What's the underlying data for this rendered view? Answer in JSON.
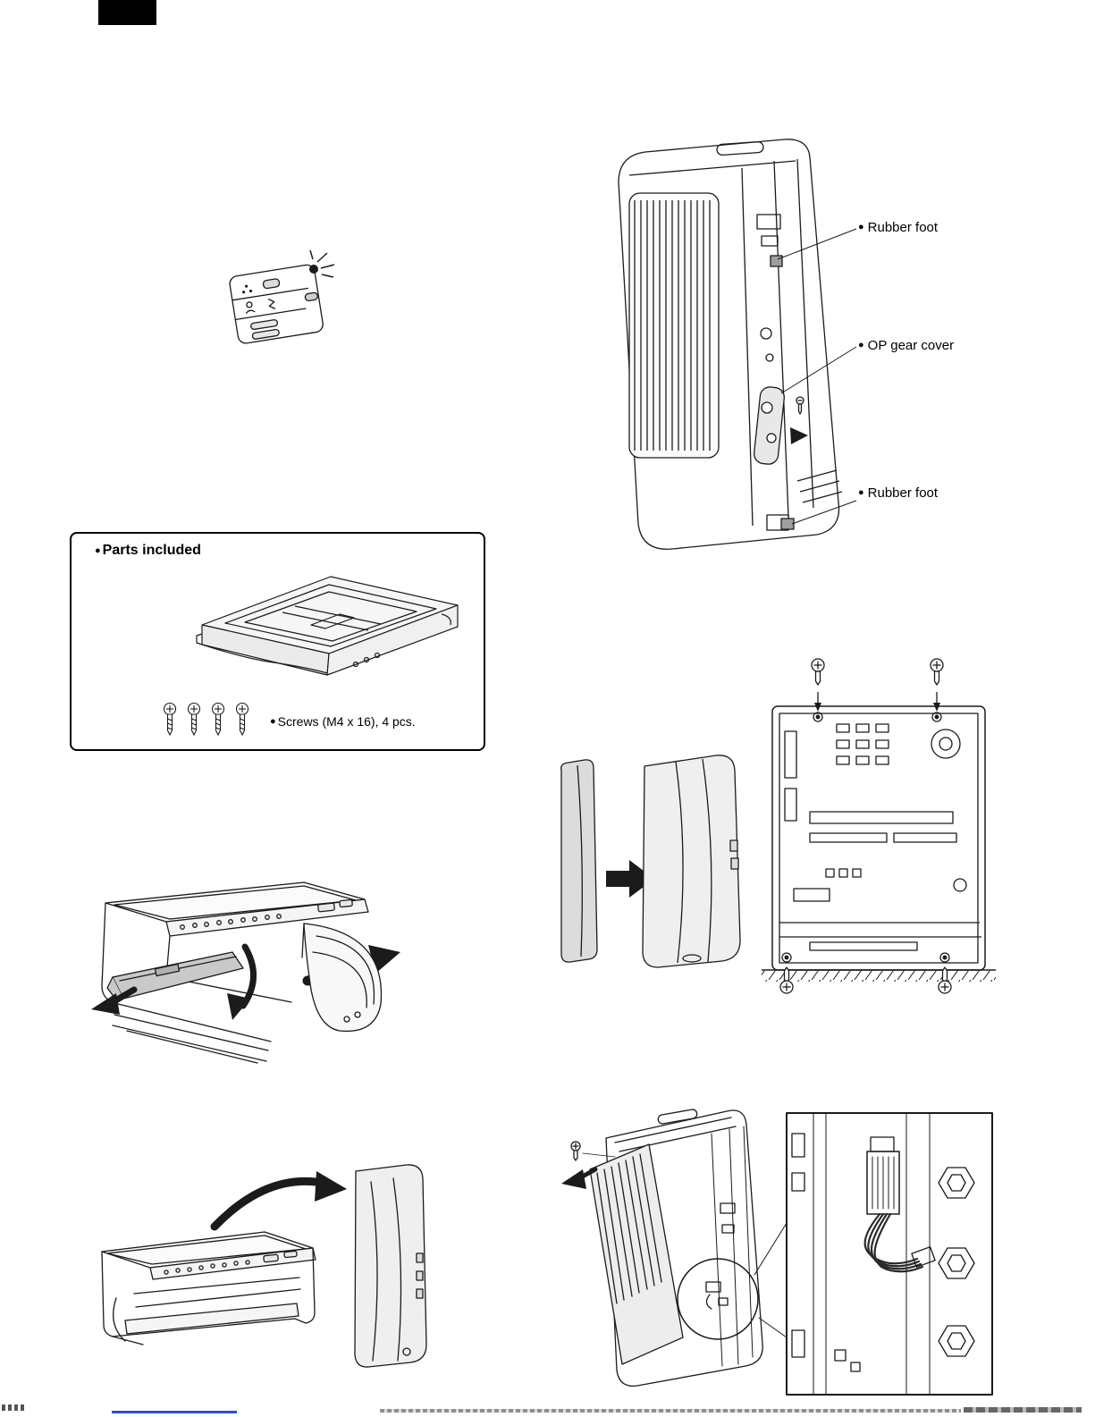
{
  "bullet": "●",
  "parts_box": {
    "title": "Parts included",
    "screws_label": "Screws (M4 x 16), 4 pcs."
  },
  "callouts": {
    "rubber_foot_top": "Rubber foot",
    "op_gear_cover": "OP gear cover",
    "rubber_foot_bottom": "Rubber foot"
  },
  "colors": {
    "line": "#1b1b1b",
    "light_shade": "#efefef",
    "dark_shade": "#c9c9c9",
    "rubber_foot": "#9f9f9f",
    "footer_blue": "#2b4fcc"
  }
}
